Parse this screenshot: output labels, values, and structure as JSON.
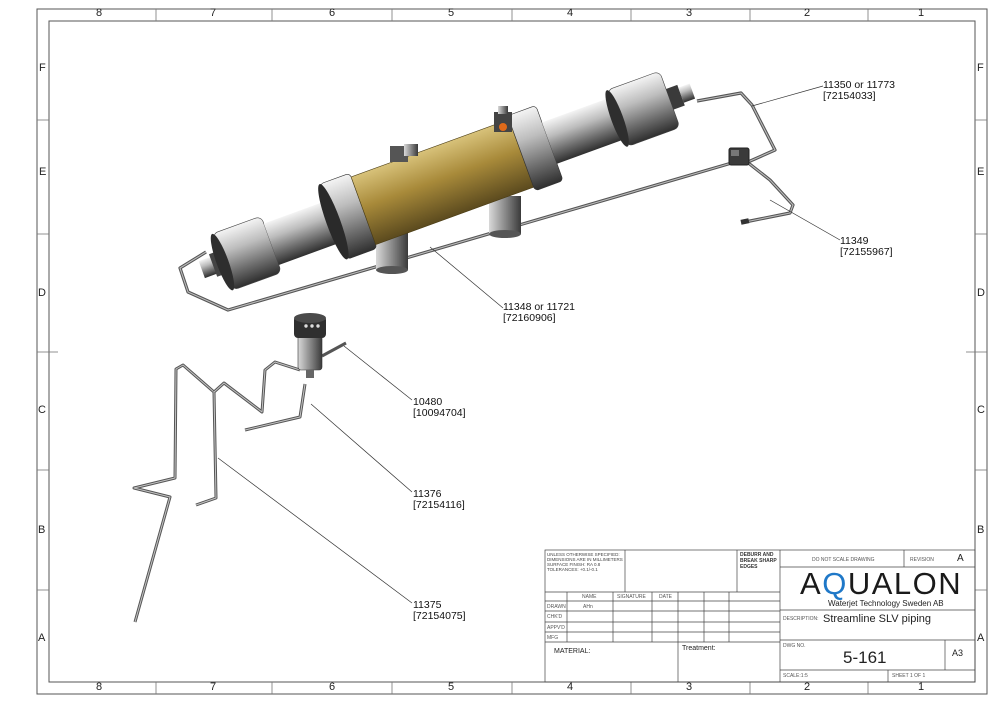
{
  "border": {
    "columns": [
      "8",
      "7",
      "6",
      "5",
      "4",
      "3",
      "2",
      "1"
    ],
    "rows": [
      "F",
      "E",
      "D",
      "C",
      "B",
      "A"
    ]
  },
  "callouts": [
    {
      "id": "11350",
      "line1": "11350 or 11773",
      "line2": "[72154033]"
    },
    {
      "id": "11349",
      "line1": "11349",
      "line2": "[72155967]"
    },
    {
      "id": "11348",
      "line1": "11348 or 11721",
      "line2": "[72160906]"
    },
    {
      "id": "10480",
      "line1": "10480",
      "line2": "[10094704]"
    },
    {
      "id": "11376",
      "line1": "11376",
      "line2": "[72154116]"
    },
    {
      "id": "11375",
      "line1": "11375",
      "line2": "[72154075]"
    }
  ],
  "title_block": {
    "notes": [
      "UNLESS OTHERWISE SPECIFIED:",
      "DIMENSIONS ARE IN MILLIMETERS",
      "SURFACE FINISH: RA 0.8",
      "TOLERANCES: +0.1/-0.1"
    ],
    "deburr": [
      "DEBURR AND",
      "BREAK SHARP",
      "EDGES"
    ],
    "do_not_scale": "DO NOT SCALE DRAWING",
    "revision_label": "REVISION",
    "revision": "A",
    "col_name": "NAME",
    "col_signature": "SIGNATURE",
    "col_date": "DATE",
    "rows": [
      "DRAWN",
      "CHK'D",
      "APPV'D",
      "MFG"
    ],
    "drawn_name": "AHn",
    "logo_a": "A",
    "logo_q": "Q",
    "logo_rest": "UALON",
    "company": "Waterjet Technology Sweden AB",
    "description_label": "DESCRIPTION:",
    "description": "Streamline SLV piping",
    "material_label": "MATERIAL:",
    "treatment_label": "Treatment:",
    "dwg_label": "DWG NO.",
    "dwg_no": "5-161",
    "size": "A3",
    "scale_label": "SCALE:1:5",
    "sheet": "SHEET 1 OF 1"
  }
}
